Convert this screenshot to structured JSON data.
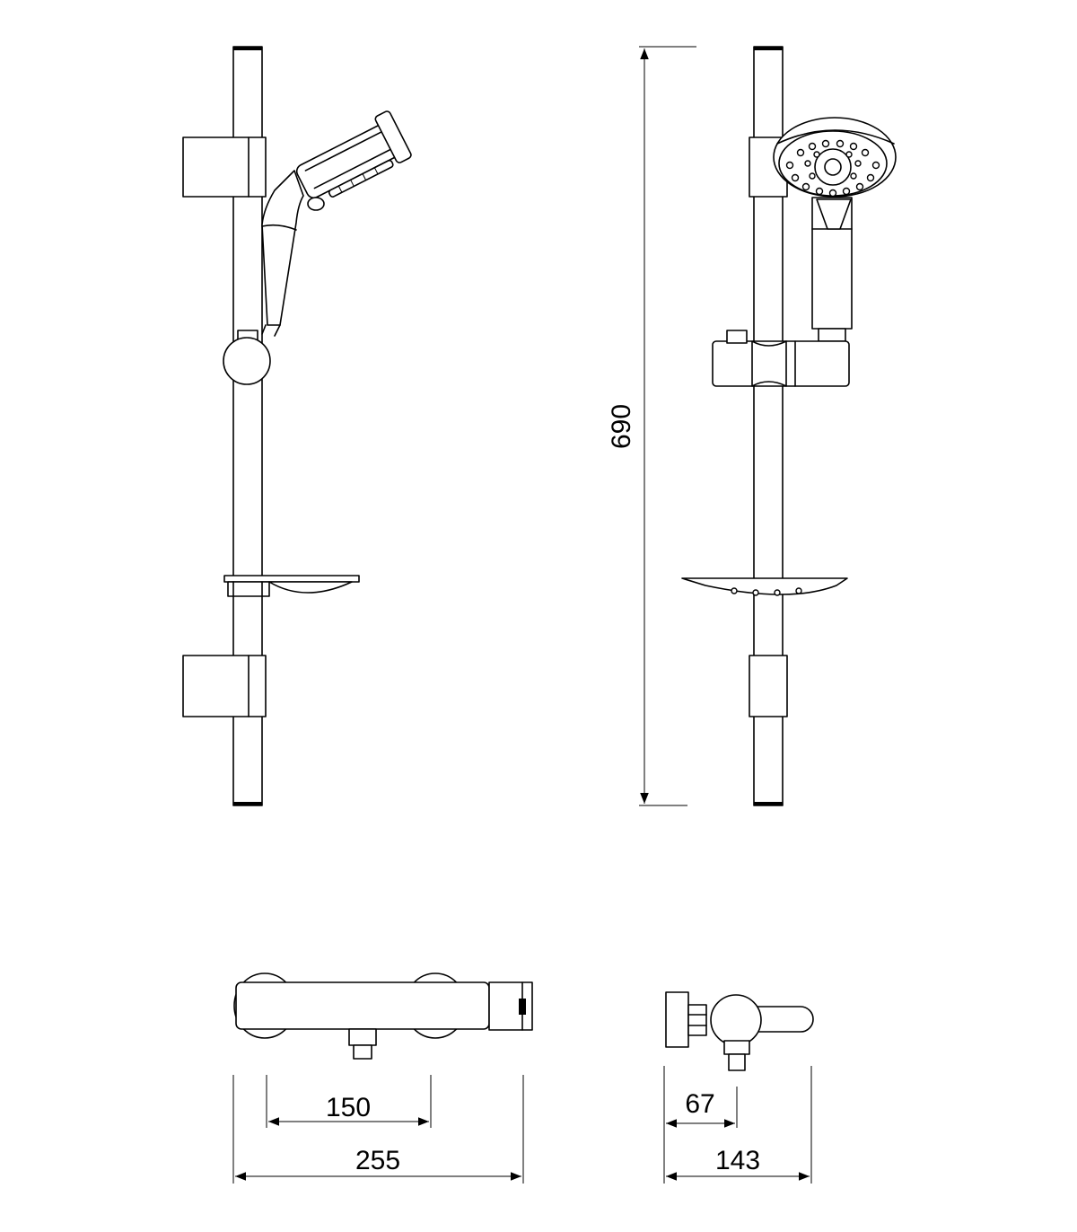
{
  "dimensions": {
    "height": "690",
    "thermostat_axle_distance": "150",
    "thermostat_width": "255",
    "side_offset": "67",
    "side_depth": "143"
  }
}
